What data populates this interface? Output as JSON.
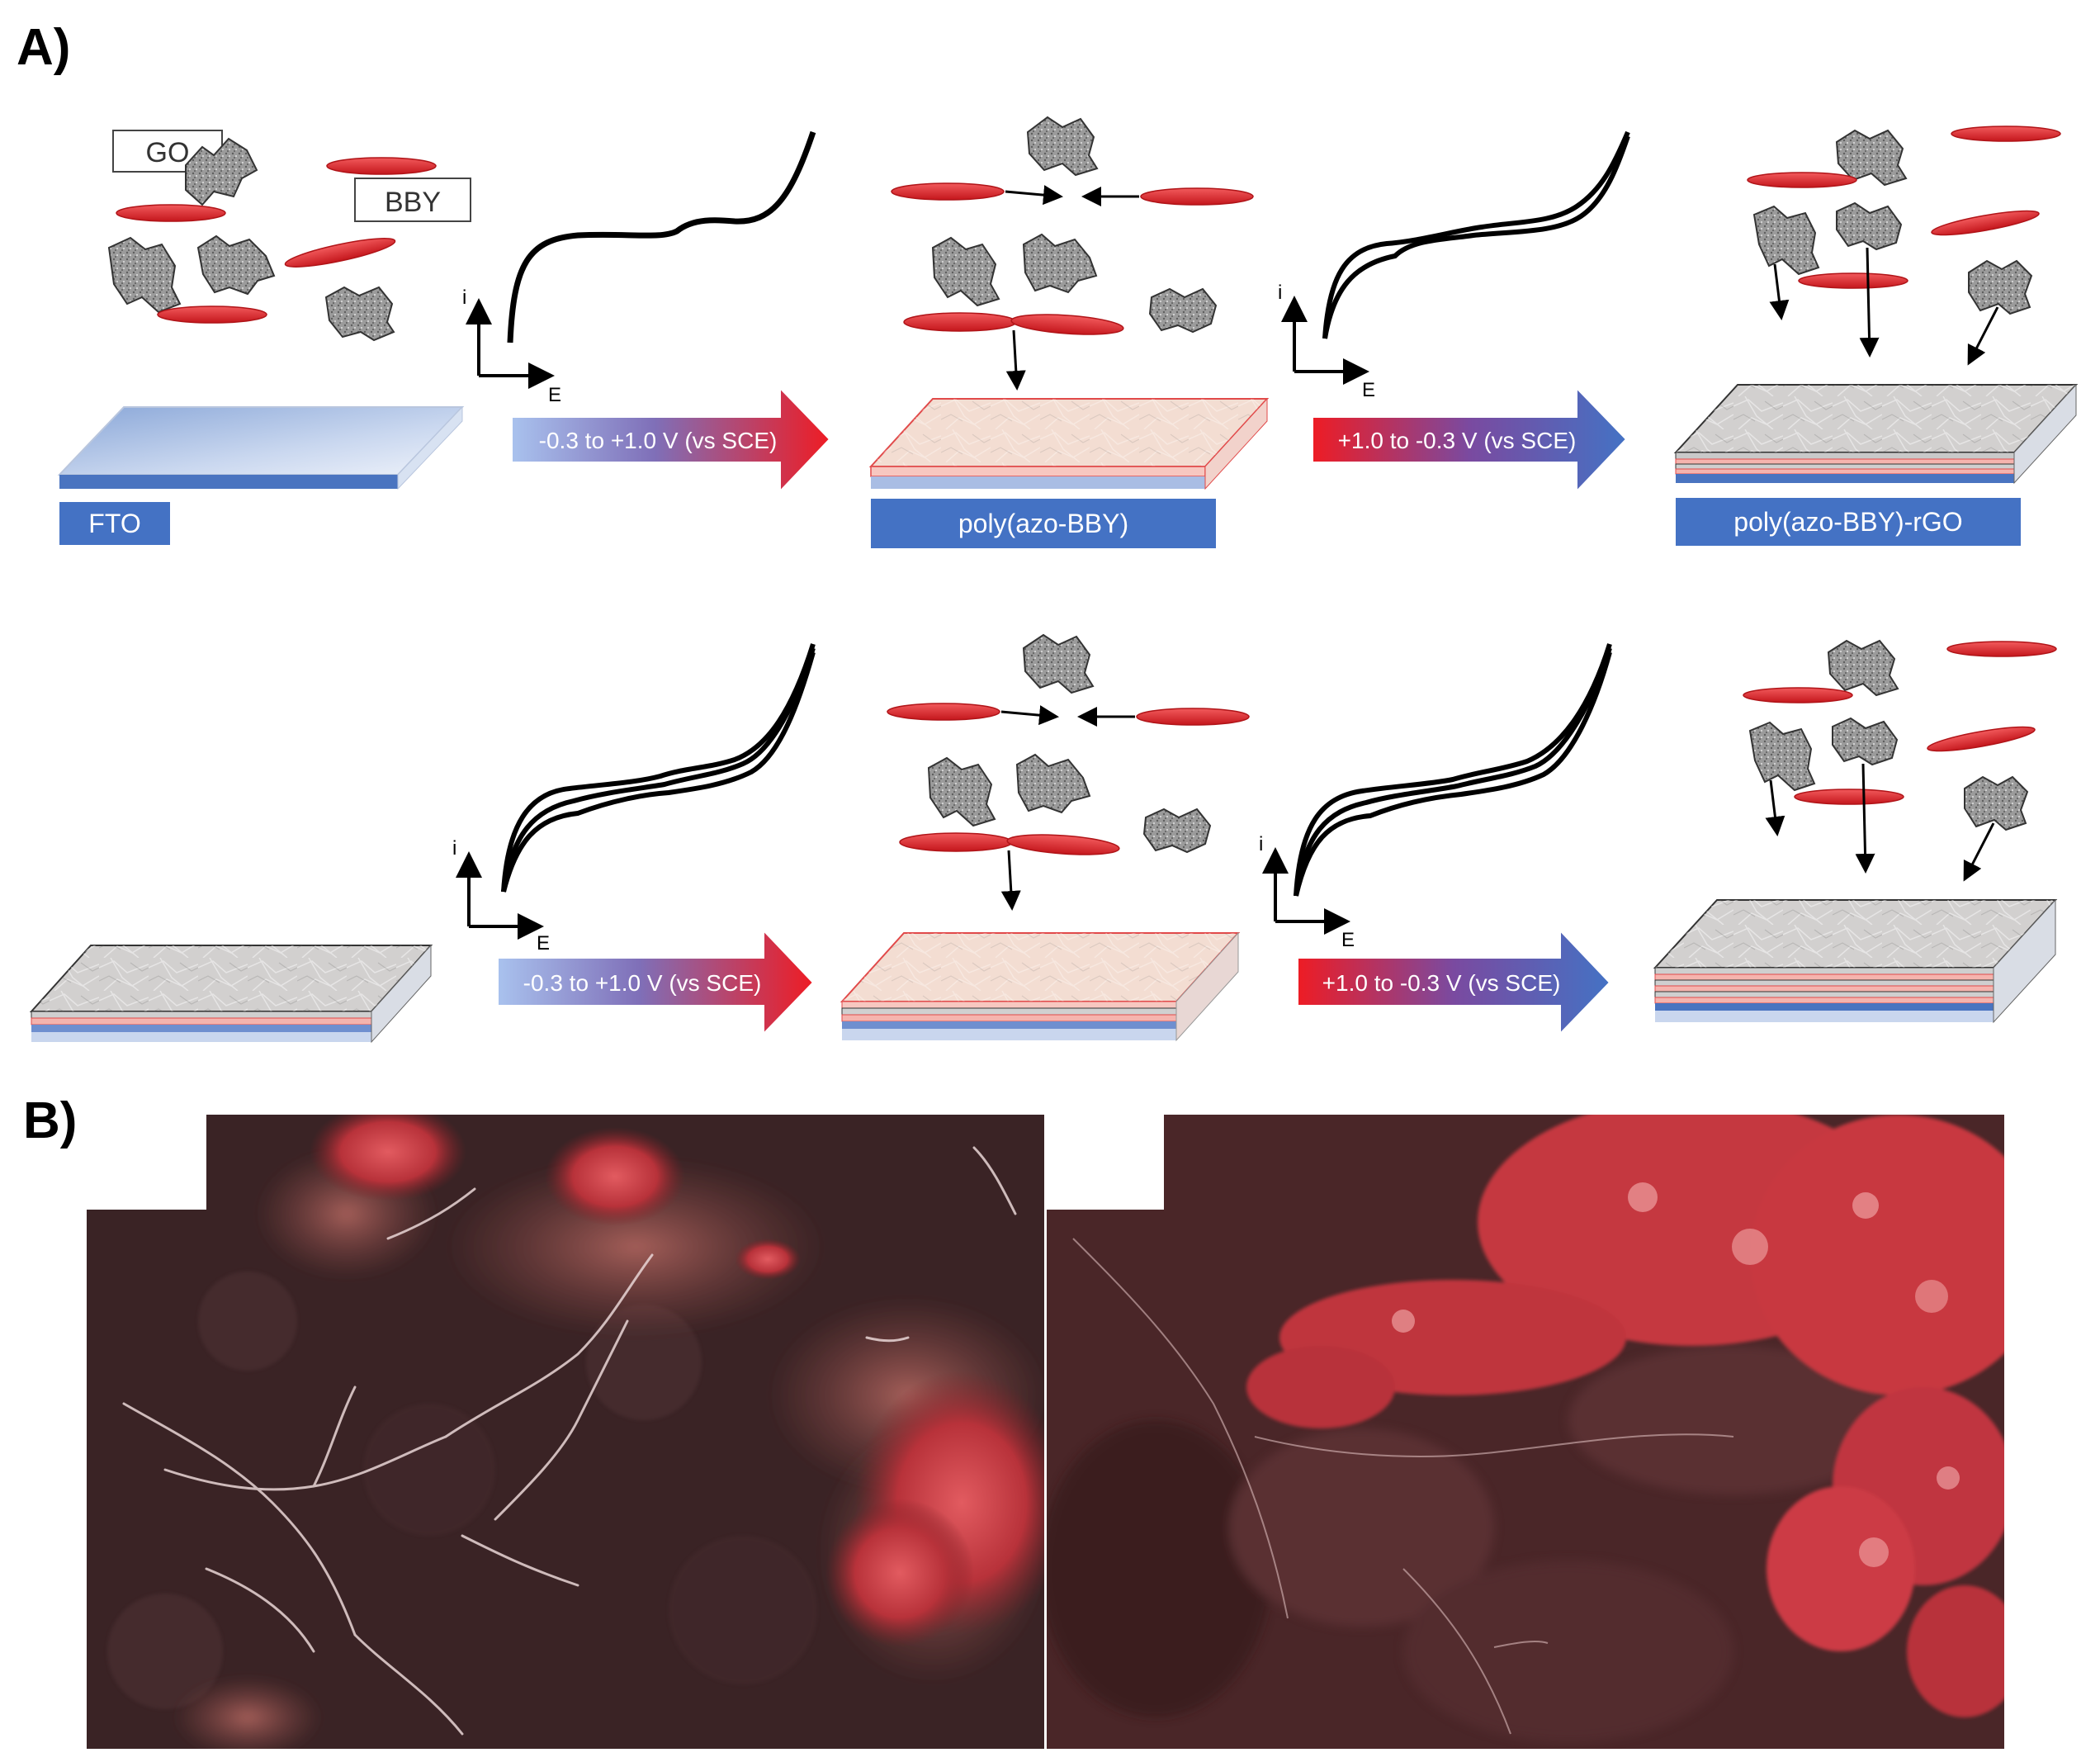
{
  "panels": {
    "a_label": "A)",
    "b_label": "B)"
  },
  "labels": {
    "go": "GO",
    "bby": "BBY",
    "fto": "FTO",
    "poly_azo_bby": "poly(azo-BBY)",
    "poly_azo_bby_rgo": "poly(azo-BBY)-rGO"
  },
  "axes": {
    "current": "i",
    "potential": "E"
  },
  "sweeps": {
    "anodic": "-0.3 to +1.0 V (vs SCE)",
    "cathodic": "+1.0 to -0.3 V (vs SCE)"
  },
  "colors": {
    "bby_red": "#e0282c",
    "fto_blue": "#4472c4",
    "label_blue": "#4472c4",
    "graphene_gray": "#8a8a8a",
    "sem_red": "#b8323a",
    "sem_dark": "#3a2224"
  }
}
